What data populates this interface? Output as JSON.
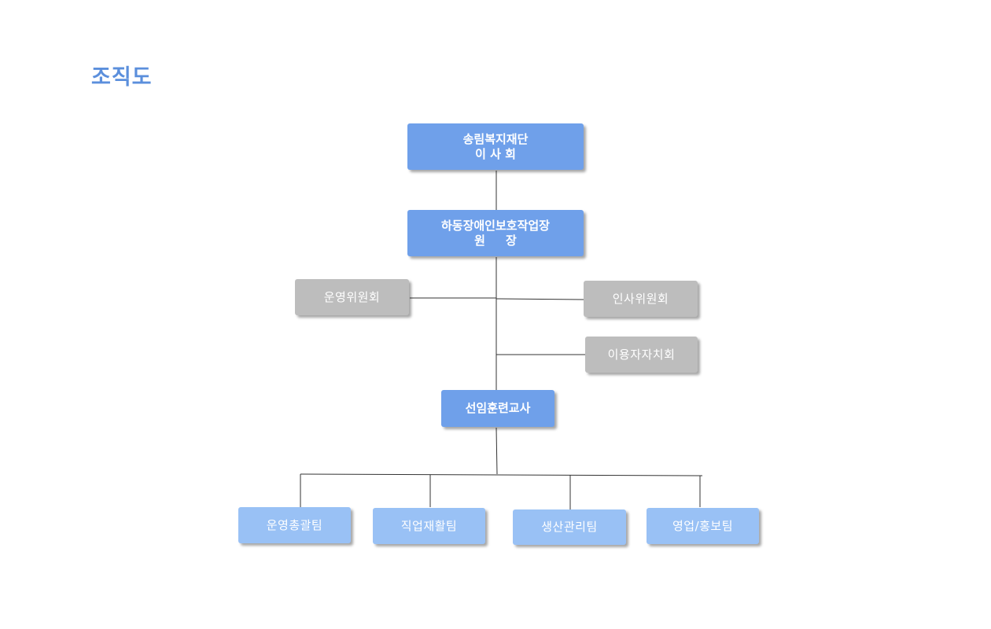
{
  "title": "조직도",
  "colors": {
    "title": "#5b8fdc",
    "primary": "#6fa0ea",
    "team": "#99c1f5",
    "side": "#bdbdbd",
    "line": "#333333"
  },
  "nodes": {
    "board": {
      "line1": "송림복지재단",
      "line2": "이 사 회"
    },
    "director": {
      "line1": "하동장애인보호작업장",
      "line2": "원     장"
    },
    "operations_committee": "운영위원회",
    "personnel_committee": "인사위원회",
    "user_council": "이용자자치회",
    "senior_trainer": "선임훈련교사",
    "teams": [
      "운영총괄팀",
      "직업재활팀",
      "생산관리팀",
      "영업/홍보팀"
    ]
  }
}
